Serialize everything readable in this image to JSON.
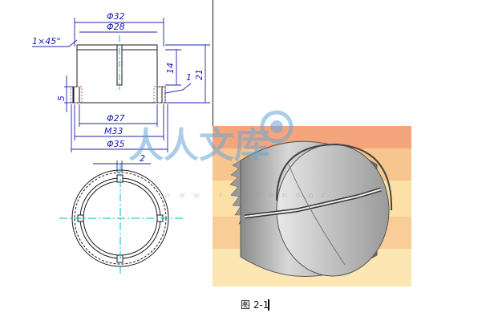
{
  "drawing": {
    "dims": {
      "d32": "Φ32",
      "d28": "Φ28",
      "chamfer": "1×45°",
      "h14": "14",
      "h21": "21",
      "h5": "5",
      "leader1": "1",
      "d27": "Φ27",
      "m33": "M33",
      "d35": "Φ35",
      "w2": "2"
    }
  },
  "watermark": {
    "text": "人人文库",
    "url": "w w w . r e n r e n d o c . c o m"
  },
  "caption": "图 2-1",
  "colors": {
    "dimension": "#2020b0",
    "centerline": "#00b8c8",
    "hatch": "#d040a0",
    "outline": "#1a1a1a"
  }
}
